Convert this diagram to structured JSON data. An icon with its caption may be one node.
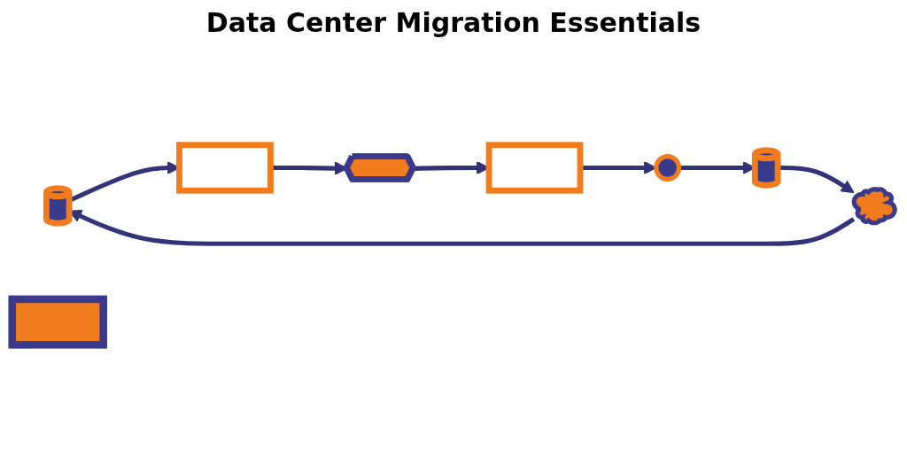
{
  "diagram": {
    "title": "Data Center Migration Essentials",
    "nodes": [
      {
        "text": [],
        "shape": "cylinder"
      },
      {
        "text": [],
        "shape": "cloud"
      },
      {
        "text": [],
        "shape": "box"
      },
      {
        "text": [],
        "shape": "box"
      },
      {
        "text": [],
        "shape": "cylinder"
      },
      {
        "text": [],
        "shape": "shield"
      },
      {
        "text": [],
        "shape": "person"
      },
      {
        "text": [],
        "shape": "box"
      }
    ],
    "edges": [
      {
        "from": 1,
        "to": 0,
        "arrow": "to"
      },
      {
        "from": 0,
        "to": 2,
        "arrow": "to"
      },
      {
        "from": 2,
        "to": 5,
        "arrow": "to"
      },
      {
        "from": 5,
        "to": 7,
        "arrow": "to"
      },
      {
        "from": 7,
        "to": 6,
        "arrow": "to"
      },
      {
        "from": 6,
        "to": 4,
        "arrow": "to"
      },
      {
        "from": 4,
        "to": 1,
        "arrow": "to"
      }
    ]
  }
}
